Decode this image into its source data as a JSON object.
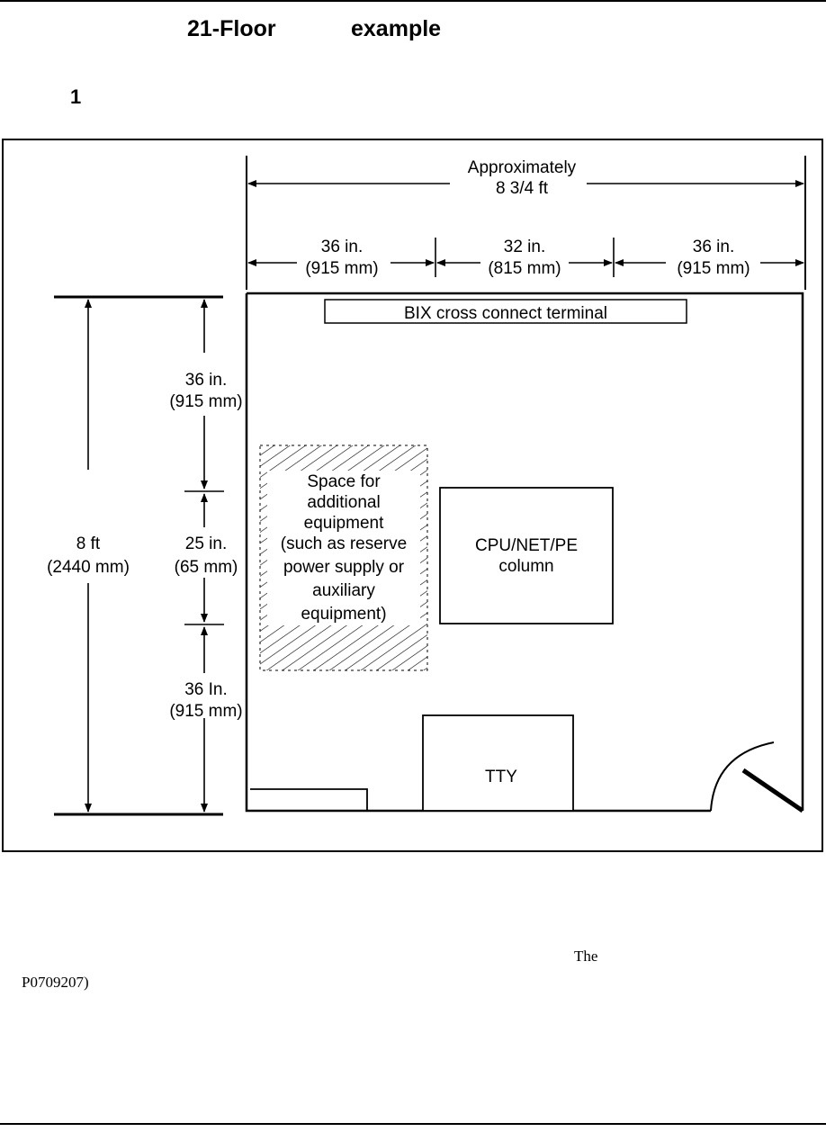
{
  "header": {
    "title_part1": "21-Floor",
    "title_part2": "example",
    "subheading": "1"
  },
  "diagram": {
    "overall_width": {
      "line1": "Approximately",
      "line2": "8 3/4 ft"
    },
    "widths": [
      {
        "inches": "36 in.",
        "mm": "(915 mm)"
      },
      {
        "inches": "32 in.",
        "mm": "(815 mm)"
      },
      {
        "inches": "36 in.",
        "mm": "(915 mm)"
      }
    ],
    "overall_depth": {
      "feet": "8 ft",
      "mm": "(2440 mm)"
    },
    "depths": [
      {
        "inches": "36 in.",
        "mm": "(915 mm)"
      },
      {
        "inches": "25 in.",
        "mm": "(65 mm)"
      },
      {
        "inches": "36 In.",
        "mm": "(915 mm)"
      }
    ],
    "bix_label": "BIX cross connect terminal",
    "space_label": [
      "Space for",
      "additional",
      "equipment",
      "(such as reserve",
      "power supply or",
      "auxiliary",
      "equipment)"
    ],
    "cpu_label": [
      "CPU/NET/PE",
      "column"
    ],
    "tty_label": "TTY"
  },
  "footer": {
    "word": "The",
    "code": "P0709207)"
  }
}
